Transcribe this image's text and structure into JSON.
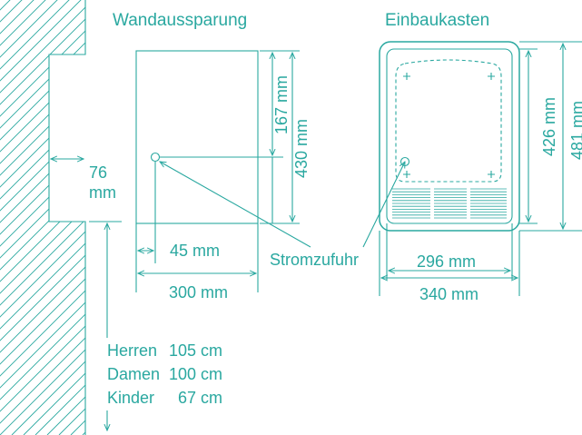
{
  "headings": {
    "wall_recess": "Wandaussparung",
    "install_box": "Einbaukasten"
  },
  "wall": {
    "depth_value": "76",
    "depth_unit": "mm"
  },
  "recess": {
    "height_top_to_outlet": "167 mm",
    "height_total": "430 mm",
    "outlet_offset": "45 mm",
    "width": "300 mm"
  },
  "power_supply_label": "Stromzufuhr",
  "box": {
    "inner_height": "426 mm",
    "outer_height": "481 mm",
    "inner_width": "296 mm",
    "outer_width": "340 mm"
  },
  "mounting_heights": [
    {
      "group": "Herren",
      "value": "105 cm"
    },
    {
      "group": "Damen",
      "value": "100 cm"
    },
    {
      "group": "Kinder",
      "value": "67 cm"
    }
  ],
  "colors": {
    "line": "#2aa8a0",
    "background": "#ffffff"
  }
}
